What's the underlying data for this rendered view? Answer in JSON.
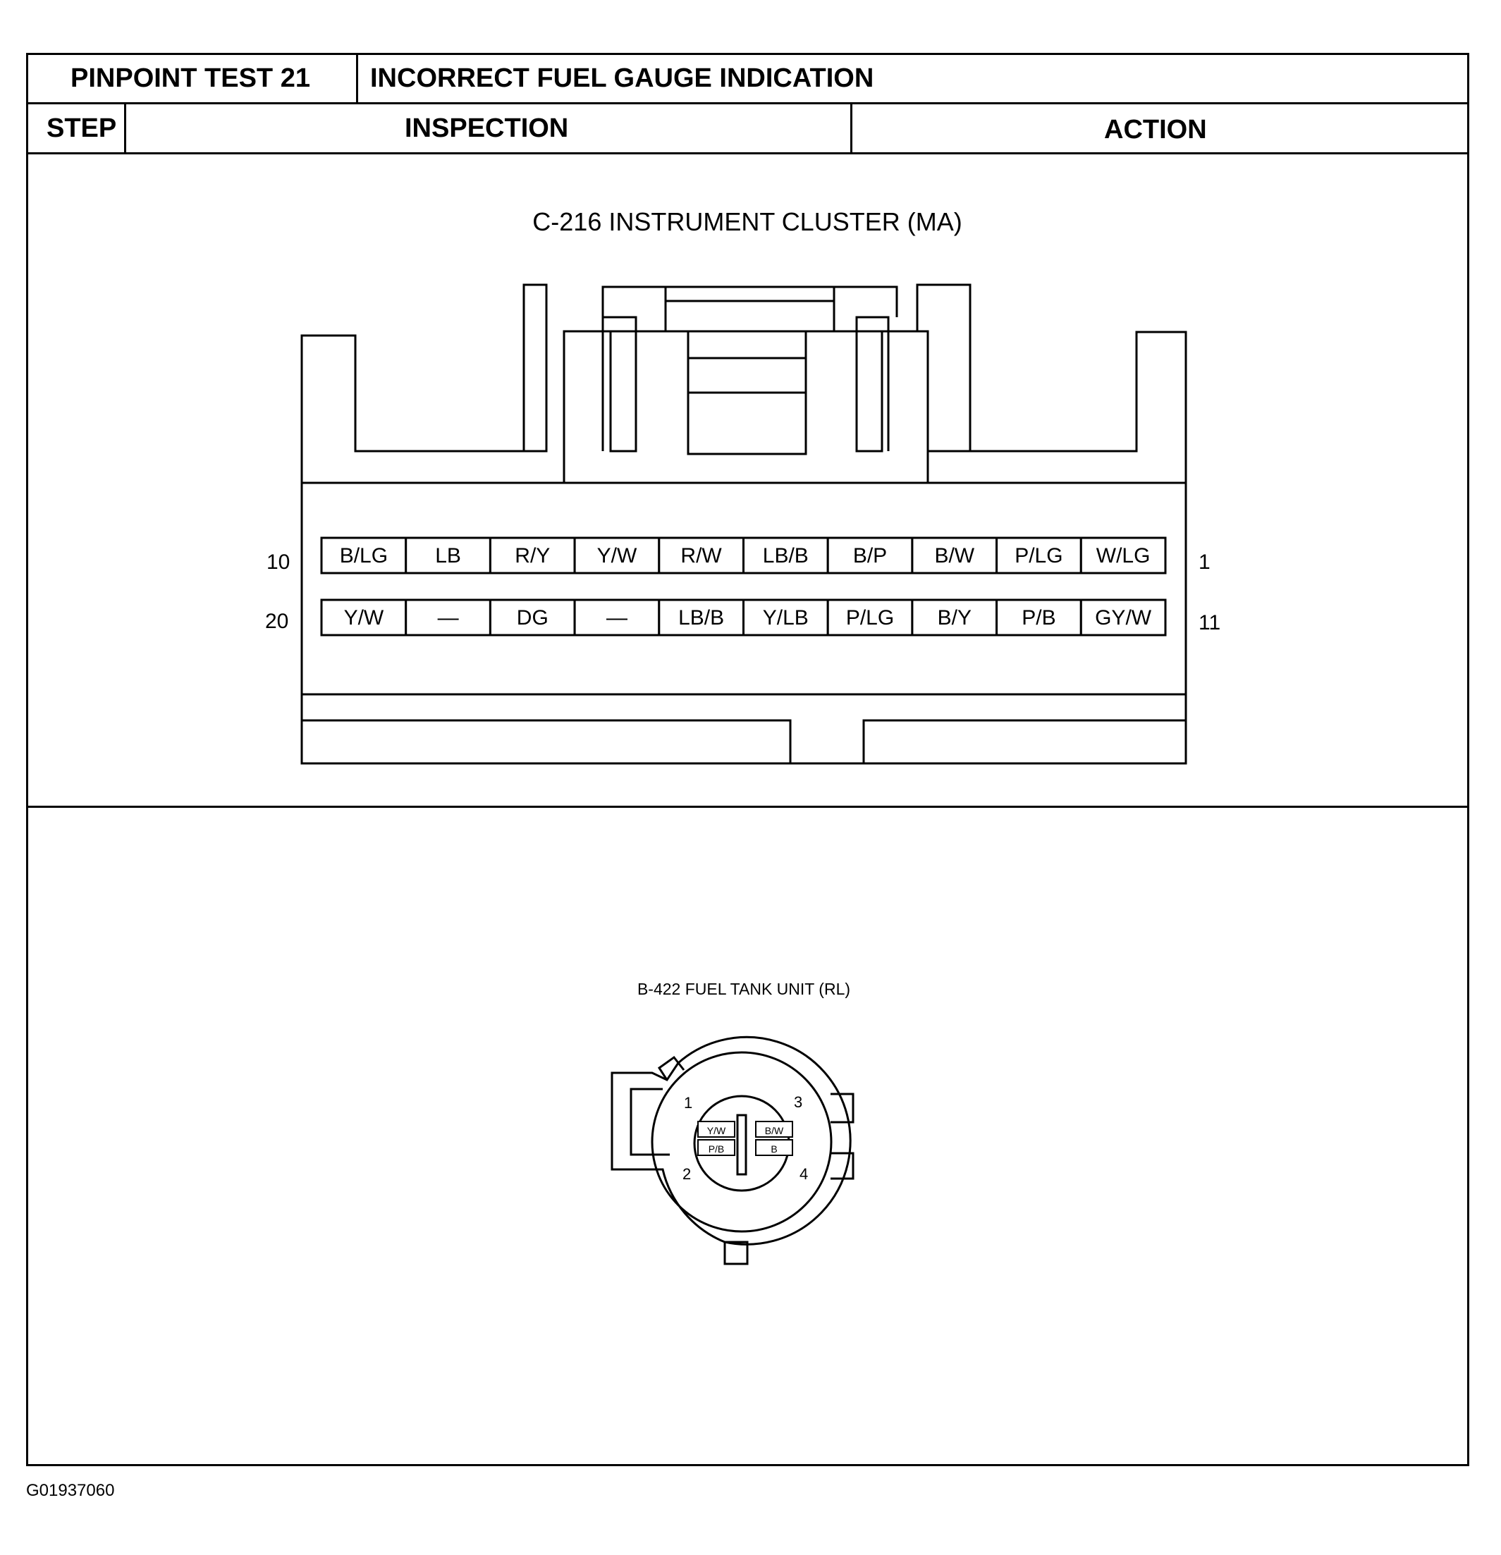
{
  "header": {
    "test_label": "PINPOINT TEST 21",
    "test_title": "INCORRECT FUEL GAUGE INDICATION",
    "col_step": "STEP",
    "col_inspection": "INSPECTION",
    "col_action": "ACTION"
  },
  "cluster_connector": {
    "title": "C-216 INSTRUMENT CLUSTER (MA)",
    "row1_left_pin": "10",
    "row1_right_pin": "1",
    "row2_left_pin": "20",
    "row2_right_pin": "11",
    "row1": [
      "B/LG",
      "LB",
      "R/Y",
      "Y/W",
      "R/W",
      "LB/B",
      "B/P",
      "B/W",
      "P/LG",
      "W/LG"
    ],
    "row2": [
      "Y/W",
      "—",
      "DG",
      "—",
      "LB/B",
      "Y/LB",
      "P/LG",
      "B/Y",
      "P/B",
      "GY/W"
    ]
  },
  "tank_connector": {
    "title": "B-422 FUEL TANK UNIT (RL)",
    "pin_labels": [
      "1",
      "2",
      "3",
      "4"
    ],
    "wires": [
      "Y/W",
      "P/B",
      "B/W",
      "B"
    ]
  },
  "footer": {
    "figure_id": "G01937060"
  }
}
